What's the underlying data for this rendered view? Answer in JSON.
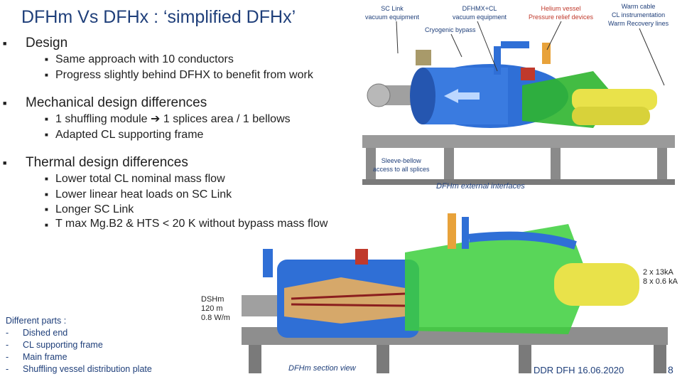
{
  "slide": {
    "title": "DFHm Vs DFHx : ‘simplified DFHx’",
    "sections": [
      {
        "heading": "Design",
        "items": [
          "Same approach with 10 conductors",
          "Progress slightly behind DFHX to benefit from work"
        ]
      },
      {
        "heading": "Mechanical design differences",
        "items": [
          "1 shuffling module ➔ 1 splices area / 1 bellows",
          "Adapted CL supporting frame"
        ]
      },
      {
        "heading": "Thermal design differences",
        "items": [
          "Lower total CL nominal mass flow",
          "Lower linear heat loads on SC Link",
          "Longer SC Link",
          "T max Mg.B2 & HTS < 20 K without bypass mass flow"
        ]
      }
    ]
  },
  "top_labels": {
    "sc_link": [
      "SC Link",
      "vacuum equipment"
    ],
    "dfhmx": [
      "DFHMX+CL",
      "vacuum equipment"
    ],
    "helium": [
      "Helium vessel",
      "Pressure relief devices"
    ],
    "warm": [
      "Warm cable",
      "CL instrumentation",
      "Warm Recovery lines"
    ],
    "cryogenic_bypass": "Cryogenic bypass",
    "sleeve": [
      "Sleeve-bellow",
      "access to all splices"
    ],
    "external": "DFHm external interfaces"
  },
  "bottom_labels": {
    "current": [
      "2 x 13kA",
      "8 x 0.6 kA"
    ],
    "dshm": [
      "DSHm",
      "120 m",
      "0.8 W/m"
    ],
    "section": "DFHm section view",
    "different_title": "Different parts :",
    "different_items": [
      "Dished end",
      "CL supporting frame",
      "Main frame",
      "Shuffling vessel distribution plate"
    ]
  },
  "footer": {
    "text": "DDR DFH 16.06.2020",
    "page": "8"
  },
  "colors": {
    "title": "#1f3f7a",
    "vessel_blue": "#2f6fd6",
    "frame_gray": "#8e8e8e",
    "green": "#2fb52f",
    "yellow": "#e9e24a"
  }
}
